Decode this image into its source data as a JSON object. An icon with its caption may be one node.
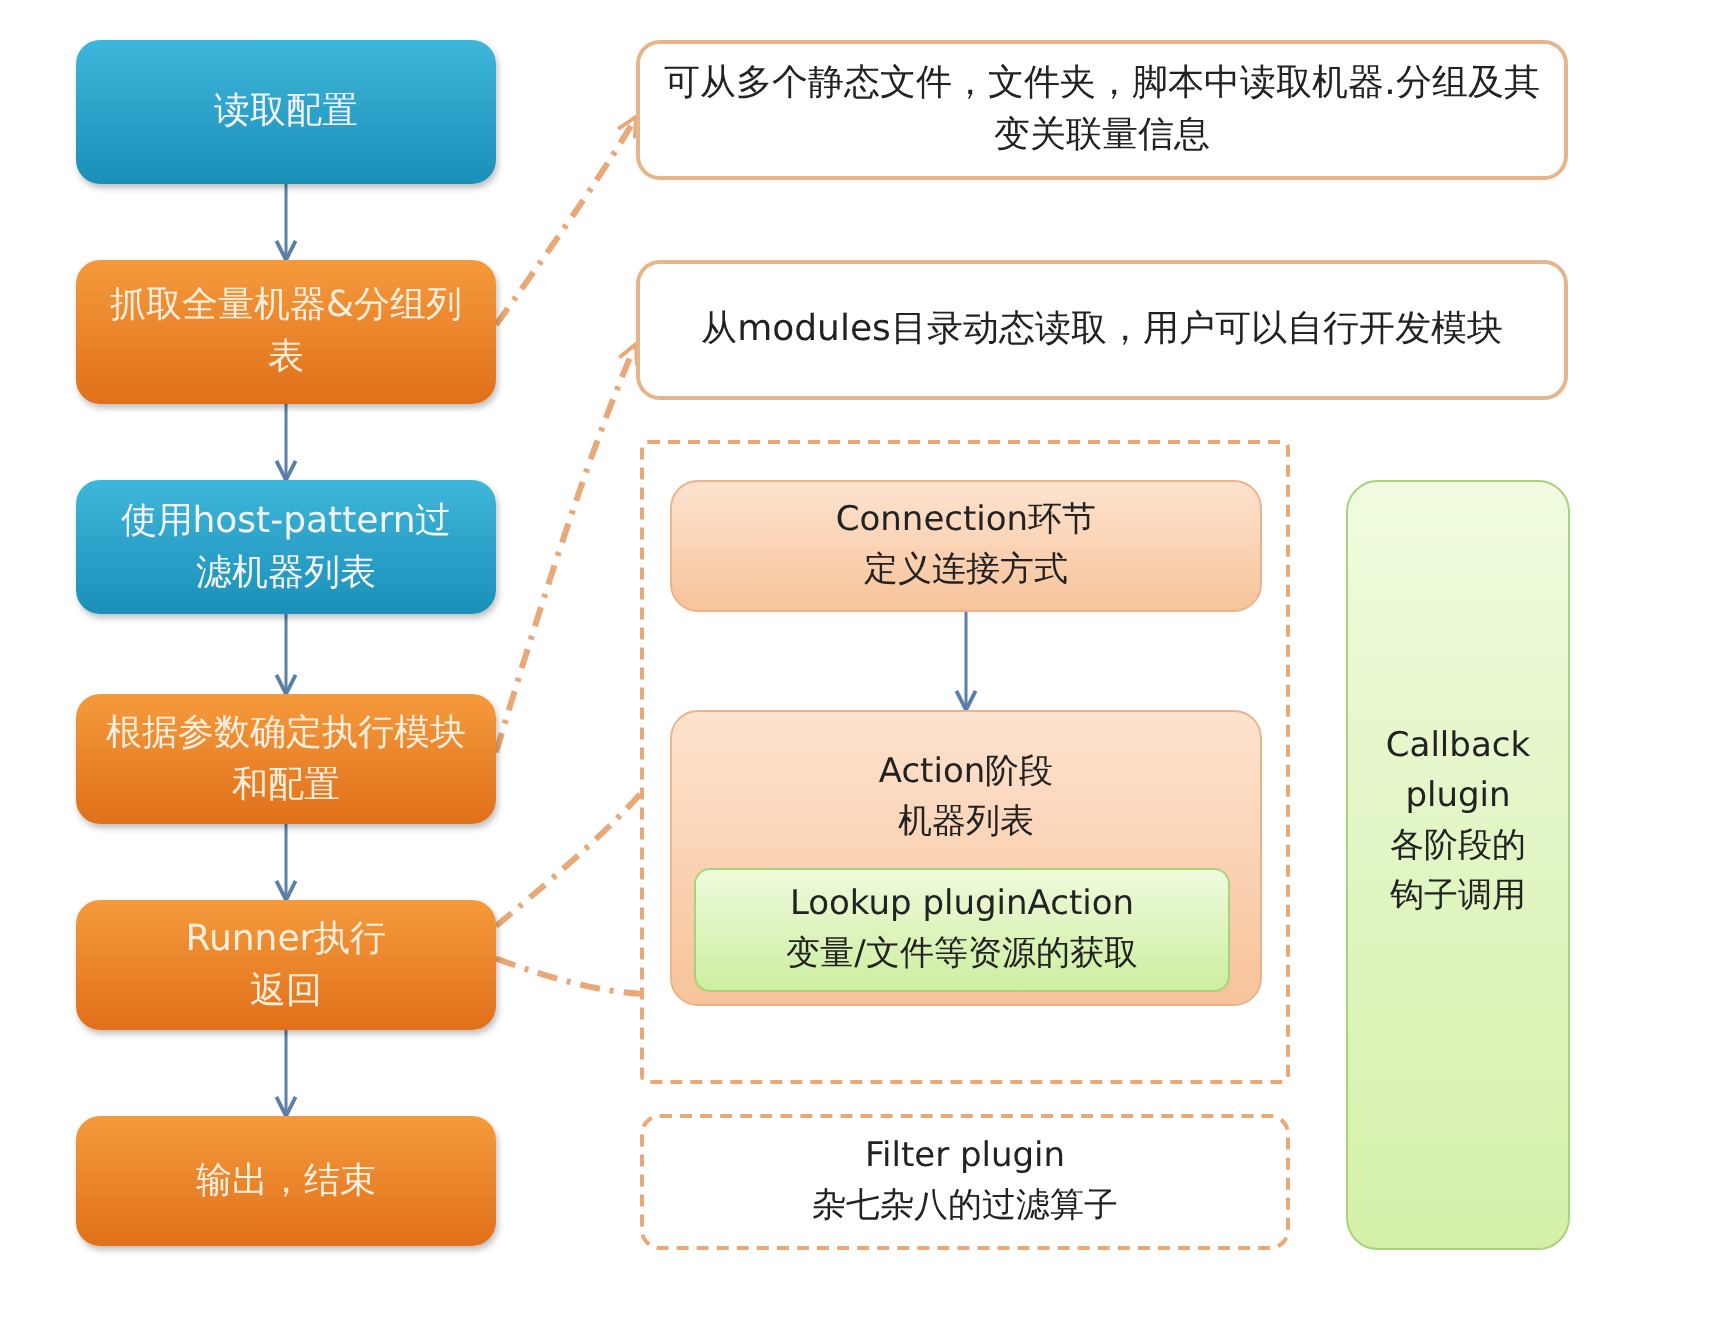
{
  "diagram": {
    "nodes": [
      {
        "text": [
          "读取配置"
        ]
      },
      {
        "text": [
          "抓取全量机器&分组列表"
        ]
      },
      {
        "text": [
          "使用host-pattern过滤机器列表"
        ]
      },
      {
        "text": [
          "根据参数确定执行模块和配置"
        ]
      },
      {
        "text": [
          "Runner执行返回"
        ]
      },
      {
        "text": [
          "输出，结束"
        ]
      },
      {
        "text": [
          "可从多个静态文件，文件夹，脚本中读取机器.分组及其变关联量信息"
        ]
      },
      {
        "text": [
          "从modules目录动态读取，用户可以自行开发模块"
        ]
      },
      {
        "text": [],
        "shape": "box"
      },
      {
        "text": [
          "Connection环节",
          "定义连接方式"
        ],
        "in": 8
      },
      {
        "text": [
          "Action阶段",
          "机器列表"
        ],
        "in": 8
      },
      {
        "text": [
          "Lookup pluginAction",
          "变量/文件等资源的获取"
        ],
        "in": 10
      },
      {
        "text": [
          "Filter plugin",
          "杂七杂八的过滤算子"
        ]
      },
      {
        "text": [
          "Callback plugin",
          "各阶段的钩子调用"
        ]
      }
    ],
    "edges": [
      {
        "from": 0,
        "to": 1,
        "arrow": "to"
      },
      {
        "from": 1,
        "to": 2,
        "arrow": "to"
      },
      {
        "from": 2,
        "to": 3,
        "arrow": "to"
      },
      {
        "from": 3,
        "to": 4,
        "arrow": "to"
      },
      {
        "from": 4,
        "to": 5,
        "arrow": "to"
      },
      {
        "from": 9,
        "to": 10,
        "arrow": "to"
      },
      {
        "from": 1,
        "to": 6,
        "arrow": "to",
        "style": "dashed",
        "color": "#e8a878"
      },
      {
        "from": 3,
        "to": 7,
        "arrow": "to",
        "style": "dashed",
        "color": "#e8a878"
      },
      {
        "from": 4,
        "to": 8,
        "arrow": "none",
        "style": "dashed",
        "color": "#e8a878"
      },
      {
        "from": 4,
        "to": 8,
        "arrow": "none",
        "style": "dashed",
        "color": "#e8a878"
      }
    ]
  }
}
